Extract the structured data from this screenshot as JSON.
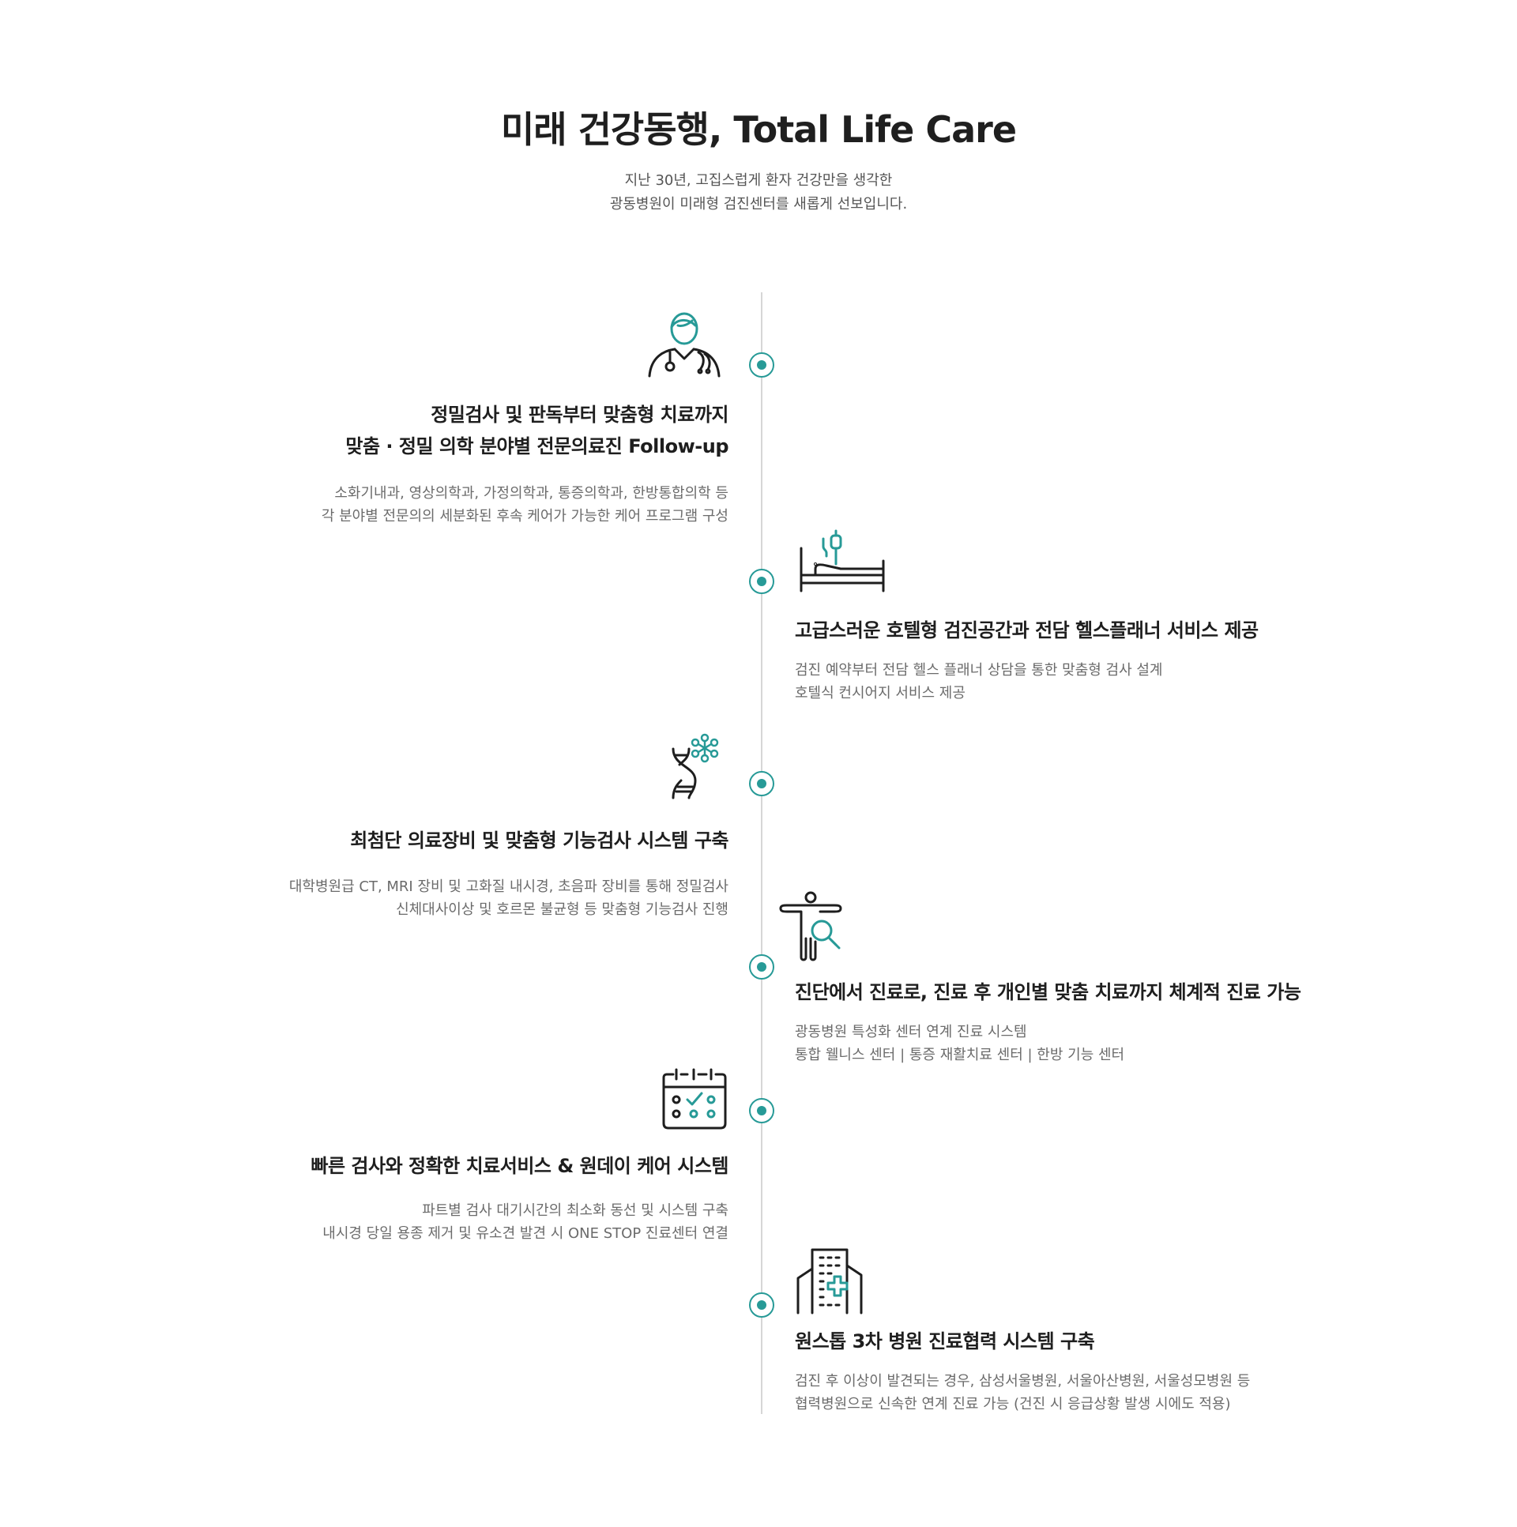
{
  "header": {
    "title": "미래 건강동행, Total Life Care",
    "subtitle_line1": "지난 30년, 고집스럽게 환자 건강만을 생각한",
    "subtitle_line2": "광동병원이 미래형 검진센터를 새롭게 선보입니다."
  },
  "colors": {
    "accent": "#279a97",
    "title": "#1e1e1e",
    "desc": "#6b6b6b",
    "line": "#d6d6d6"
  },
  "items": [
    {
      "icon": "doctor-icon",
      "title_line1": "정밀검사 및 판독부터 맞춤형 치료까지",
      "title_line2": "맞춤 · 정밀 의학 분야별 전문의료진 Follow-up",
      "desc_line1": "소화기내과, 영상의학과, 가정의학과, 통증의학과, 한방통합의학 등",
      "desc_line2": "각 분야별 전문의의 세분화된 후속 케어가 가능한 케어 프로그램 구성"
    },
    {
      "icon": "hospital-bed-icon",
      "title_line1": "고급스러운 호텔형 검진공간과 전담 헬스플래너 서비스 제공",
      "desc_line1": "검진 예약부터 전담 헬스 플래너 상담을 통한 맞춤형 검사 설계",
      "desc_line2": "호텔식 컨시어지 서비스 제공"
    },
    {
      "icon": "dna-icon",
      "title_line1": "최첨단 의료장비 및 맞춤형 기능검사 시스템 구축",
      "desc_line1": "대학병원급 CT, MRI 장비 및 고화질 내시경, 초음파 장비를 통해 정밀검사",
      "desc_line2": "신체대사이상 및 호르몬 불균형 등 맞춤형 기능검사 진행"
    },
    {
      "icon": "body-scan-icon",
      "title_line1": "진단에서 진료로, 진료 후 개인별 맞춤 치료까지 체계적 진료 가능",
      "desc_line1": "광동병원 특성화 센터 연계 진료 시스템",
      "desc_line2": "통합 웰니스 센터 | 통증 재활치료 센터 | 한방 기능 센터"
    },
    {
      "icon": "calendar-check-icon",
      "title_line1": "빠른 검사와 정확한 치료서비스 & 원데이 케어 시스템",
      "desc_line1": "파트별 검사 대기시간의 최소화 동선 및 시스템 구축",
      "desc_line2": "내시경 당일 용종 제거 및 유소견 발견 시 ONE STOP 진료센터 연결"
    },
    {
      "icon": "hospital-building-icon",
      "title_line1": "원스톱 3차 병원 진료협력 시스템 구축",
      "desc_line1": "검진 후 이상이 발견되는 경우, 삼성서울병원, 서울아산병원, 서울성모병원 등",
      "desc_line2": "협력병원으로 신속한 연계 진료 가능 (건진 시 응급상황 발생 시에도 적용)"
    }
  ]
}
